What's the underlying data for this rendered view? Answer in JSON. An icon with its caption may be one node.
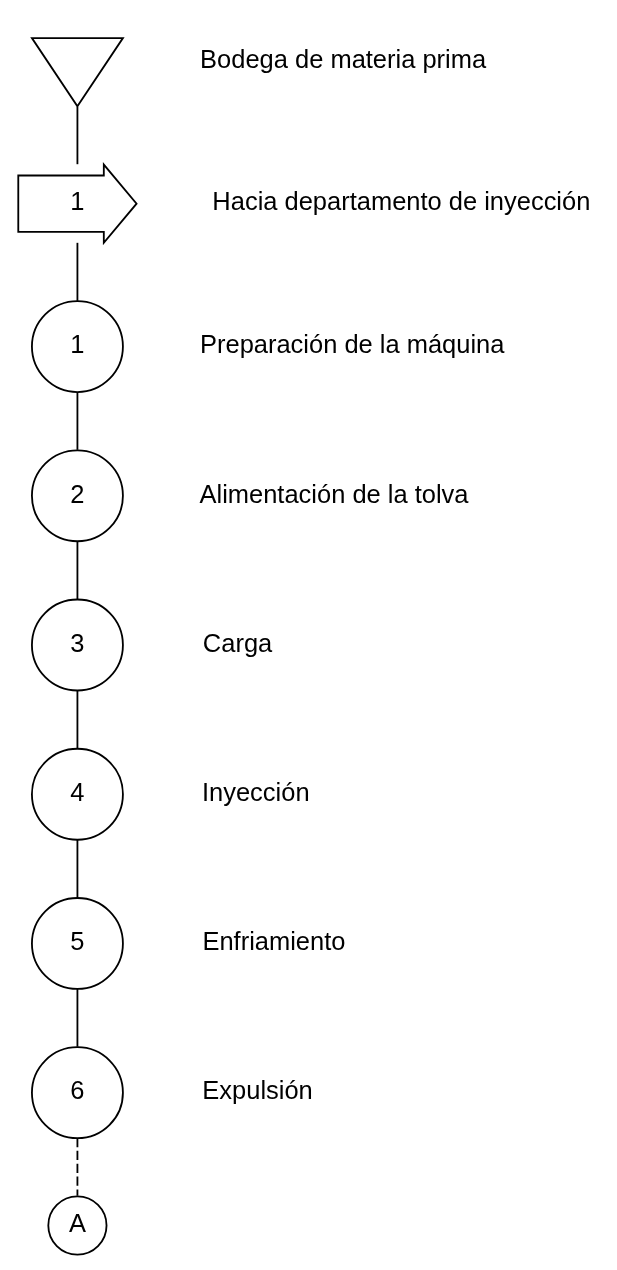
{
  "diagram": {
    "nodes": [
      {
        "text": [],
        "shape": "triangle",
        "beside": [
          "Bodega de materia prima"
        ]
      },
      {
        "text": [
          "1"
        ],
        "beside": [
          "Hacia departamento de inyección"
        ]
      },
      {
        "text": [
          "1"
        ],
        "beside": [
          "Preparación de la máquina"
        ]
      },
      {
        "text": [
          "2"
        ],
        "beside": [
          "Alimentación de la tolva"
        ]
      },
      {
        "text": [
          "3"
        ],
        "beside": [
          "Carga"
        ]
      },
      {
        "text": [
          "4"
        ],
        "beside": [
          "Inyección"
        ]
      },
      {
        "text": [
          "5"
        ],
        "beside": [
          "Enfriamiento"
        ]
      },
      {
        "text": [
          "6"
        ],
        "beside": [
          "Expulsión"
        ]
      },
      {
        "text": [
          "A"
        ]
      }
    ],
    "edges": [
      {
        "from": 0,
        "to": 1,
        "arrow": "none"
      },
      {
        "from": 1,
        "to": 2,
        "arrow": "none"
      },
      {
        "from": 2,
        "to": 3,
        "arrow": "none"
      },
      {
        "from": 3,
        "to": 4,
        "arrow": "none"
      },
      {
        "from": 4,
        "to": 5,
        "arrow": "none"
      },
      {
        "from": 5,
        "to": 6,
        "arrow": "none"
      },
      {
        "from": 6,
        "to": 7,
        "arrow": "none"
      },
      {
        "from": 7,
        "to": 8,
        "arrow": "none",
        "style": "dashed"
      }
    ]
  }
}
